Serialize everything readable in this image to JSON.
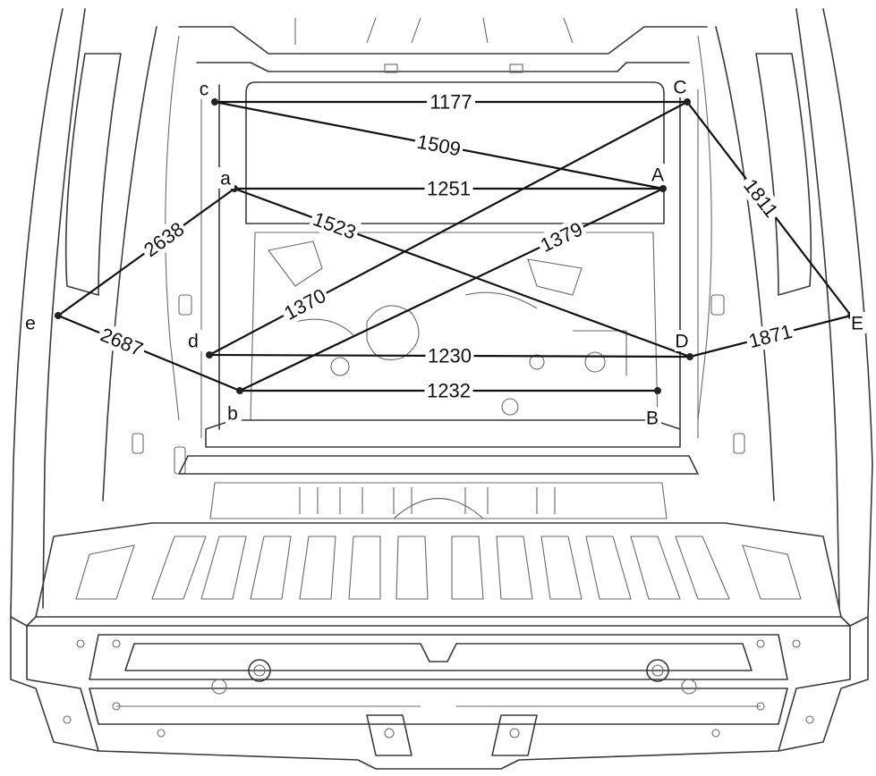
{
  "points": [
    {
      "id": "c",
      "label": "c"
    },
    {
      "id": "C",
      "label": "C"
    },
    {
      "id": "a",
      "label": "a"
    },
    {
      "id": "A",
      "label": "A"
    },
    {
      "id": "e",
      "label": "e"
    },
    {
      "id": "E",
      "label": "E"
    },
    {
      "id": "d",
      "label": "d"
    },
    {
      "id": "D",
      "label": "D"
    },
    {
      "id": "b",
      "label": "b"
    },
    {
      "id": "B",
      "label": "B"
    }
  ],
  "measurements": [
    {
      "from": "c",
      "to": "C",
      "value": "1177"
    },
    {
      "from": "c",
      "to": "A",
      "value": "1509"
    },
    {
      "from": "a",
      "to": "A",
      "value": "1251"
    },
    {
      "from": "C",
      "to": "E",
      "value": "1811"
    },
    {
      "from": "a",
      "to": "e",
      "value": "2638"
    },
    {
      "from": "a",
      "to": "D",
      "value": "1523"
    },
    {
      "from": "A",
      "to": "b",
      "value": "1379"
    },
    {
      "from": "C",
      "to": "d",
      "value": "1370"
    },
    {
      "from": "e",
      "to": "b",
      "value": "2687"
    },
    {
      "from": "D",
      "to": "E",
      "value": "1871"
    },
    {
      "from": "d",
      "to": "D",
      "value": "1230"
    },
    {
      "from": "b",
      "to": "B",
      "value": "1232"
    }
  ]
}
